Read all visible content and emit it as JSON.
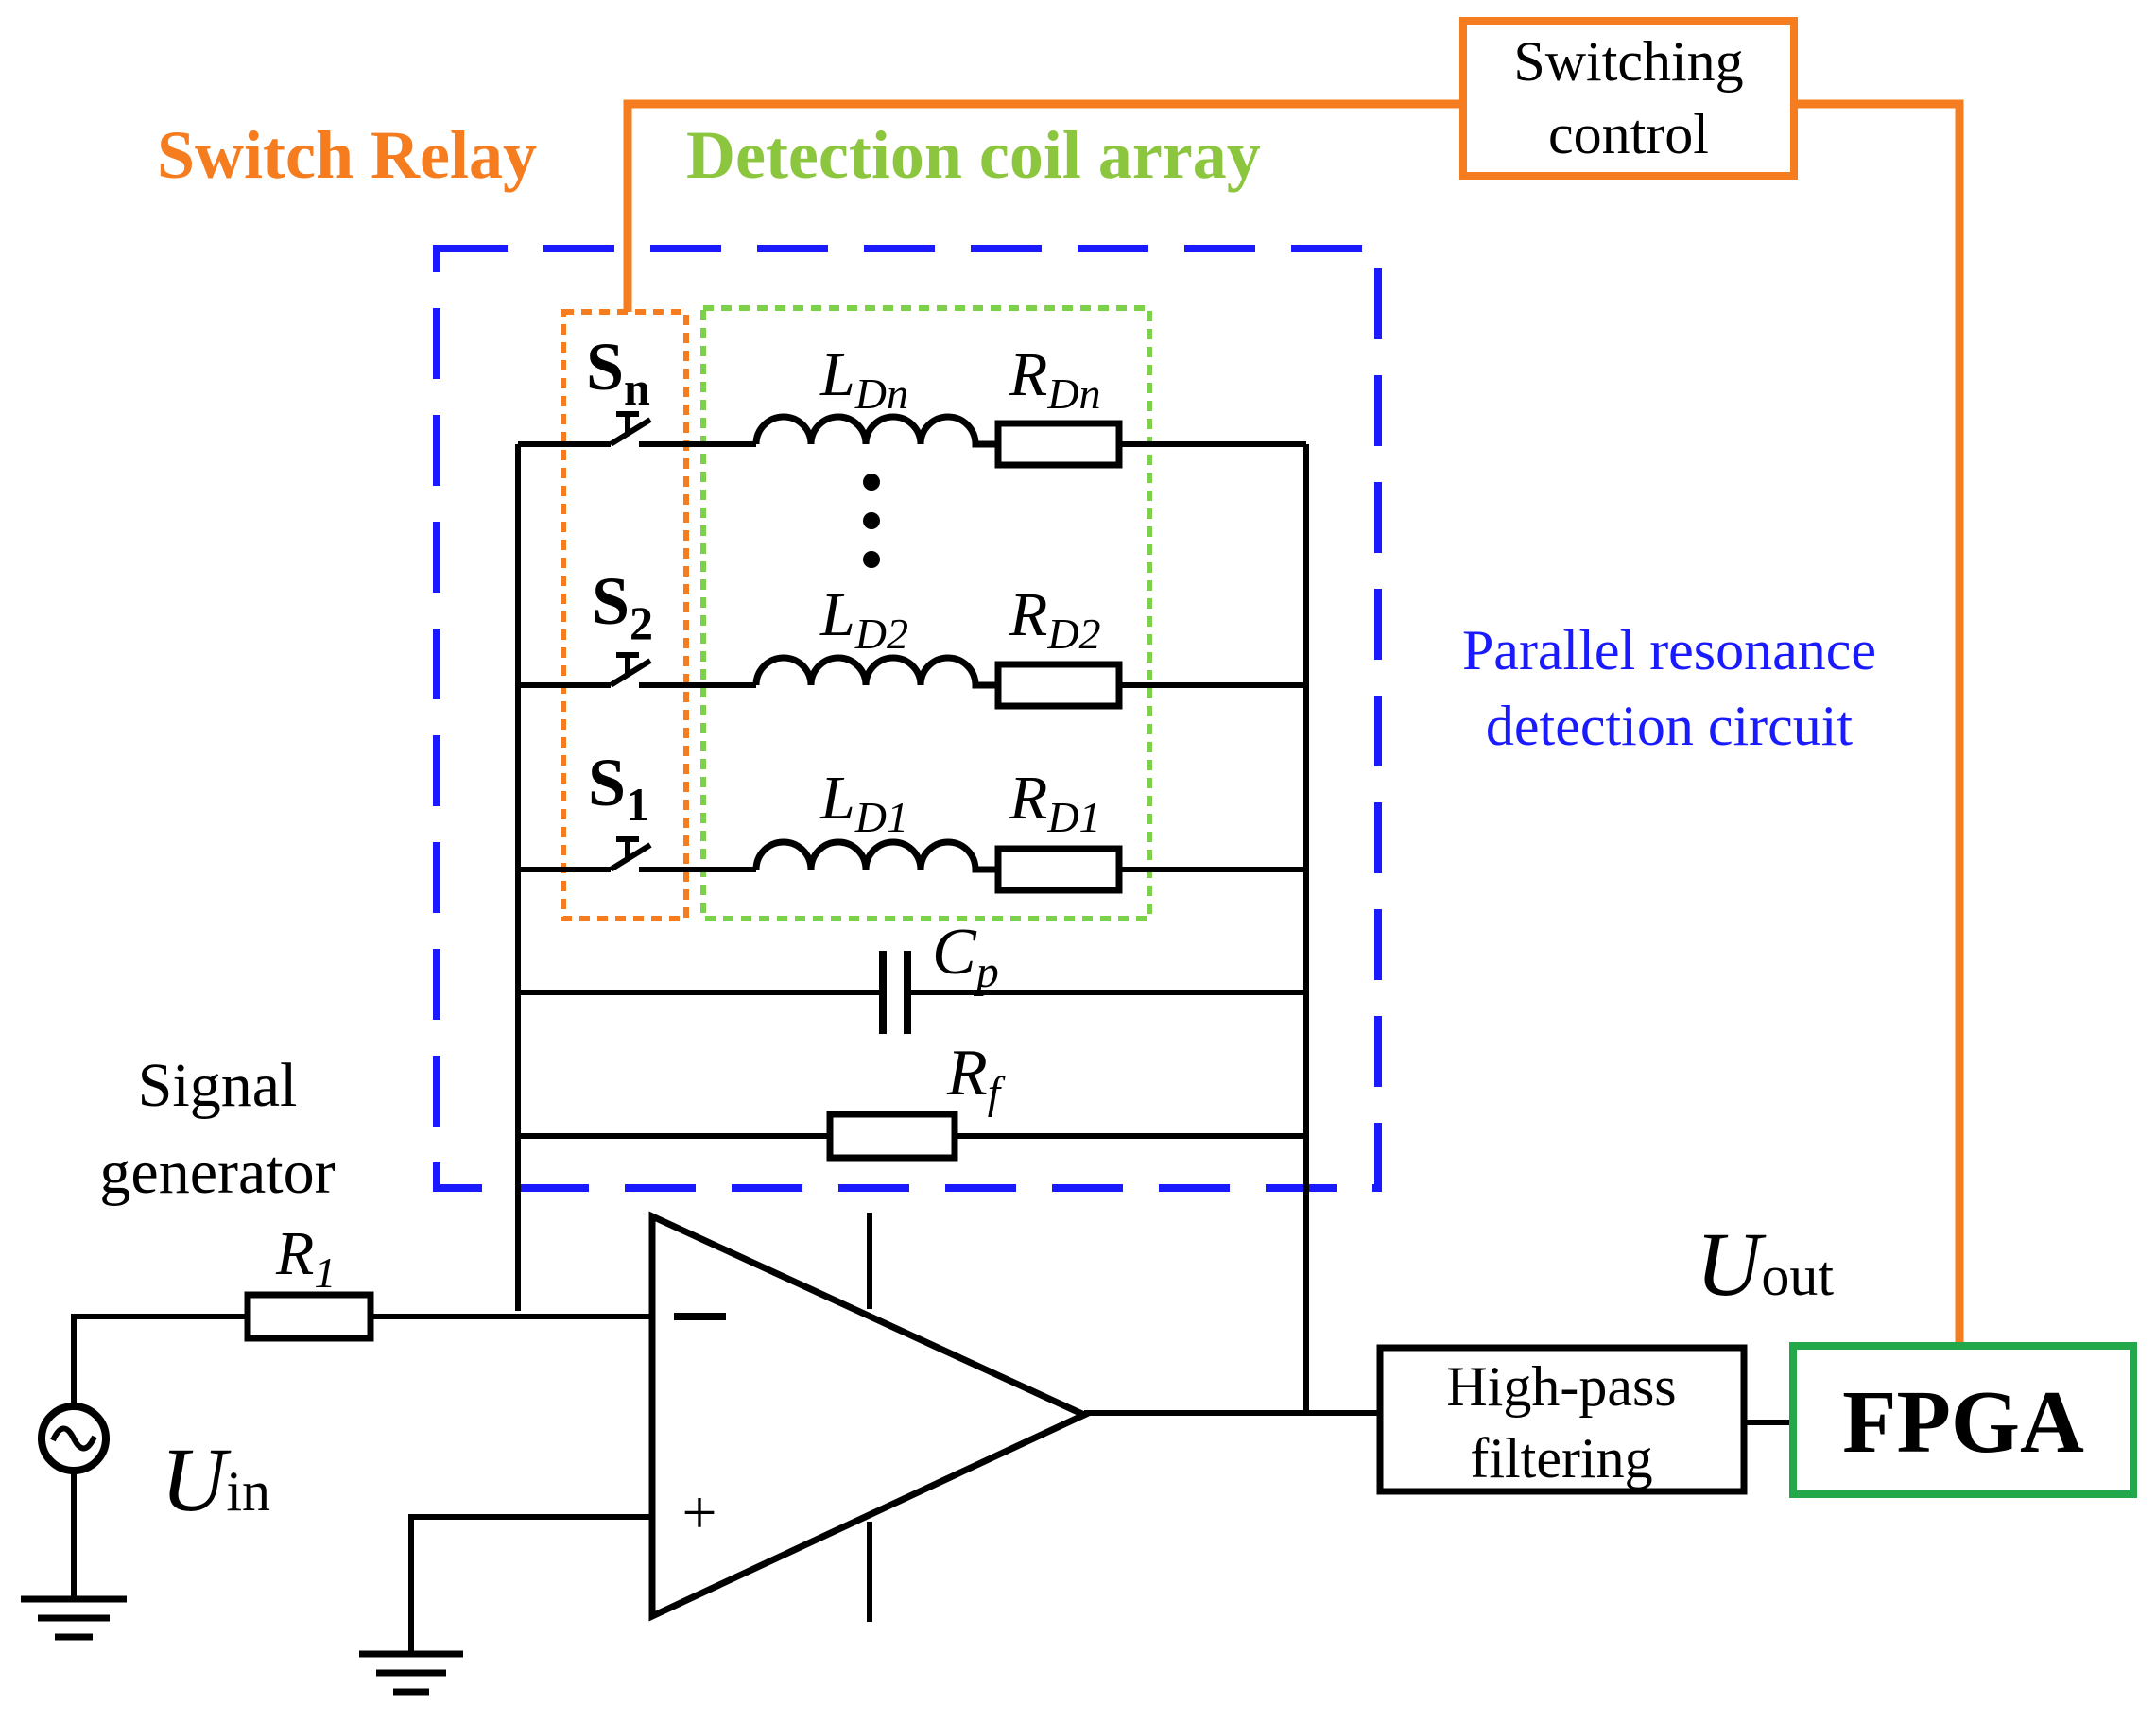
{
  "labels": {
    "switch_relay": "Switch Relay",
    "detection_coil_array": "Detection coil array",
    "switching_control_line1": "Switching",
    "switching_control_line2": "control",
    "parallel_line1": "Parallel resonance",
    "parallel_line2": "detection circuit",
    "signal_generator_line1": "Signal",
    "signal_generator_line2": "generator",
    "high_pass_line1": "High-pass",
    "high_pass_line2": "filtering",
    "fpga": "FPGA",
    "minus": "−",
    "plus": "+"
  },
  "symbols": {
    "sn": {
      "main": "S",
      "sub": "n"
    },
    "s2": {
      "main": "S",
      "sub": "2"
    },
    "s1": {
      "main": "S",
      "sub": "1"
    },
    "ldn": {
      "main": "L",
      "sub": "Dn"
    },
    "ld2": {
      "main": "L",
      "sub": "D2"
    },
    "ld1": {
      "main": "L",
      "sub": "D1"
    },
    "rdn": {
      "main": "R",
      "sub": "Dn"
    },
    "rd2": {
      "main": "R",
      "sub": "D2"
    },
    "rd1": {
      "main": "R",
      "sub": "D1"
    },
    "cp": {
      "main": "C",
      "sub": "p"
    },
    "rf": {
      "main": "R",
      "sub": "f"
    },
    "r1": {
      "main": "R",
      "sub": "1"
    },
    "uout": {
      "main": "U",
      "sub": "out"
    },
    "uin": {
      "main": "U",
      "sub": "in"
    }
  },
  "colors": {
    "wire": "#000000",
    "orange": "#f57c1f",
    "green": "#8cc63f",
    "green_dash": "#7dd04a",
    "blue": "#1a1aff",
    "fpga_border": "#22a84a"
  }
}
